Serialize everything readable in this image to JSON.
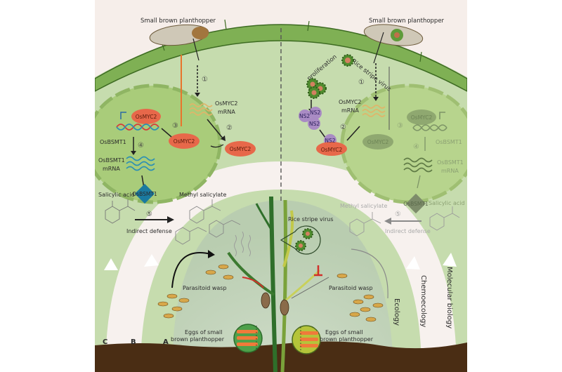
{
  "panels": {
    "left_title": "Small brown planthopper",
    "right_title": "Small brown planthopper"
  },
  "left_cell": {
    "step1": "①",
    "mRNA_label_1": "OsMYC2",
    "mRNA_label_2": "mRNA",
    "step2": "②",
    "protein_cytoplasm": "OsMYC2",
    "protein_nucleus": "OsMYC2",
    "protein_on_dna": "OsMYC2",
    "step3": "③",
    "gene_label": "OsBSMT1",
    "step4": "④",
    "bsmt_mrna_1": "OsBSMT1",
    "bsmt_mrna_2": "mRNA",
    "enzyme": "OsBSMT1"
  },
  "right_cell": {
    "virus_label": "Rice stripe virus",
    "proliferation": "proliferation",
    "step1": "①",
    "mRNA_label_1": "OsMYC2",
    "mRNA_label_2": "mRNA",
    "step2": "②",
    "ns2_a": "NS2",
    "ns2_b": "NS2",
    "ns2_c": "NS2",
    "complex_ns2": "NS2",
    "complex_myc": "OsMYC2",
    "protein_nucleus": "OsMYC2",
    "protein_on_dna": "OsMYC2",
    "step3": "③",
    "gene_label": "OsBSMT1",
    "step4": "④",
    "bsmt_mrna_1": "OsBSMT1",
    "bsmt_mrna_2": "mRNA",
    "enzyme": "OsBSMT1"
  },
  "chemistry": {
    "left_substrate": "Salicylic acid",
    "left_product": "Methyl salicylate",
    "left_step": "⑤",
    "left_effect": "Indirect defense",
    "right_substrate": "Salicylic acid",
    "right_product": "Methyl salicylate",
    "right_step": "⑤",
    "right_effect": "Indirect defense"
  },
  "field": {
    "virus_callout": "Rice stripe virus",
    "left_wasp": "Parasitoid wasp",
    "right_wasp": "Parasitoid wasp",
    "left_eggs_1": "Eggs of small",
    "left_eggs_2": "brown planthopper",
    "right_eggs_1": "Eggs of small",
    "right_eggs_2": "brown planthopper"
  },
  "levels": {
    "a": "A",
    "b": "B",
    "c": "C",
    "ecology": "Ecology",
    "chemoecology": "Chemoecology",
    "molecular": "Molecular biology"
  },
  "colors": {
    "background": "#f6eeea",
    "cell_wall": "#7aab4f",
    "cytoplasm": "#c5dcaa",
    "nucleus": "#a9cc7a",
    "protein": "#e7684a",
    "ns2": "#a98bc4",
    "enzyme": "#1a7aa0",
    "soil": "#4a2d14",
    "inhibit": "#d0302a"
  }
}
